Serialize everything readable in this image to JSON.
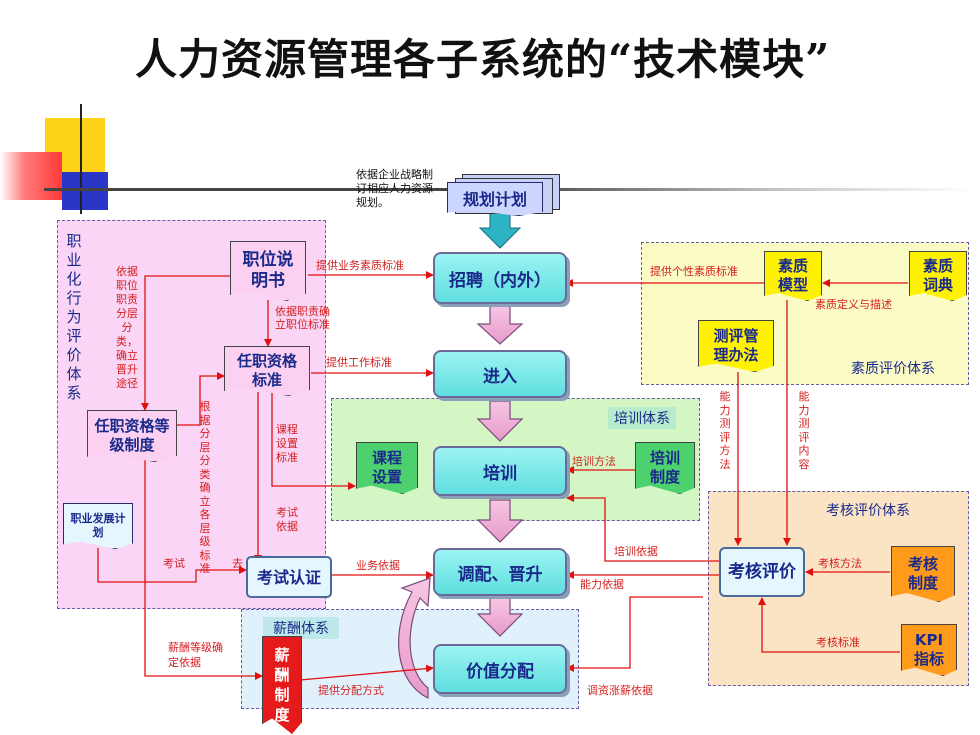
{
  "title": "人力资源管理各子系统的“技术模块”",
  "planning_note": "依据企业战略制订相应人力资源规划。",
  "planning": "规划计划",
  "processes": {
    "recruit": "招聘（内外）",
    "entry": "进入",
    "training": "培训",
    "deploy": "调配、晋升",
    "value": "价值分配"
  },
  "regions": {
    "vocation": "职业化行为评价体系",
    "quality": "素质评价体系",
    "training": "培训体系",
    "assessment": "考核评价体系",
    "salary": "薪酬体系"
  },
  "docs": {
    "job_desc": "职位说明书",
    "qual_std": "任职资格标准",
    "qual_grade": "任职资格等级制度",
    "career": "职业发展计划",
    "exam": "考试认证",
    "salary_sys": "薪酬制度",
    "course": "课程设置",
    "train_sys": "培训制度",
    "quality_model": "素质模型",
    "quality_dict": "素质词典",
    "eval_method": "测评管理办法",
    "assess": "考核评价",
    "assess_sys": "考核制度",
    "kpi": "KPI指标"
  },
  "labels": {
    "biz_quality": "提供业务素质标准",
    "personal_quality": "提供个性素质标准",
    "quality_def": "素质定义与描述",
    "work_std": "提供工作标准",
    "by_duty": "依据职位职责分层分类，确立晋升途径",
    "by_job_duty": "依据职责确立职位标准",
    "by_layer": "根据分层分类确立各层级标准",
    "course_std": "课程设置标准",
    "exam_basis": "考试依据",
    "exam": "考试",
    "exam_cut": "去",
    "biz_basis": "业务依据",
    "train_method": "培训方法",
    "train_basis": "培训依据",
    "ability_basis": "能力依据",
    "ability_method": "能力测评方法",
    "ability_content": "能力测评内容",
    "assess_method": "考核方法",
    "assess_std": "考核标准",
    "salary_grade": "薪酬等级确定依据",
    "pay_method": "提供分配方式",
    "raise_basis": "调资涨薪依据"
  }
}
